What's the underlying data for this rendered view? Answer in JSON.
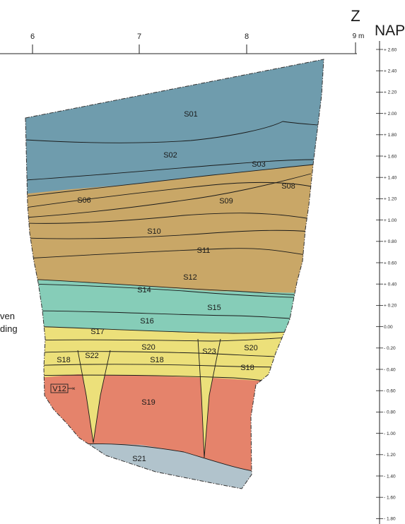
{
  "x_axis": {
    "ticks": [
      "6",
      "7",
      "8"
    ],
    "end_label": "9 m"
  },
  "side_label": "Z",
  "datum_label": "NAP",
  "nap_ticks": [
    "+ 2.60",
    "+ 2.40",
    "+ 2.20",
    "+ 2.00",
    "+ 1.80",
    "+ 1.60",
    "+ 1.40",
    "+ 1.20",
    "+ 1.00",
    "+ 0.80",
    "+ 0.60",
    "+ 0.40",
    "+ 0.20",
    "0.00",
    "- 0.20",
    "- 0.40",
    "- 0.60",
    "- 0.80",
    "- 1.00",
    "- 1.20",
    "- 1.40",
    "- 1.60",
    "- 1.80"
  ],
  "left_text": [
    "ven",
    "ding"
  ],
  "find_label": "V12",
  "find_marker": "×",
  "layers": {
    "S01": "S01",
    "S02": "S02",
    "S03": "S03",
    "S06": "S06",
    "S08": "S08",
    "S09": "S09",
    "S10": "S10",
    "S11": "S11",
    "S12": "S12",
    "S14": "S14",
    "S15": "S15",
    "S16": "S16",
    "S17": "S17",
    "S18a": "S18",
    "S18b": "S18",
    "S18c": "S18",
    "S19": "S19",
    "S20a": "S20",
    "S20b": "S20",
    "S21": "S21",
    "S22": "S22",
    "S23": "S23"
  },
  "colors": {
    "blue": "#6f9cad",
    "brown": "#c9a767",
    "teal": "#86cdb8",
    "yellow": "#ece07a",
    "red": "#e5836b",
    "grey": "#b1c3cc"
  }
}
